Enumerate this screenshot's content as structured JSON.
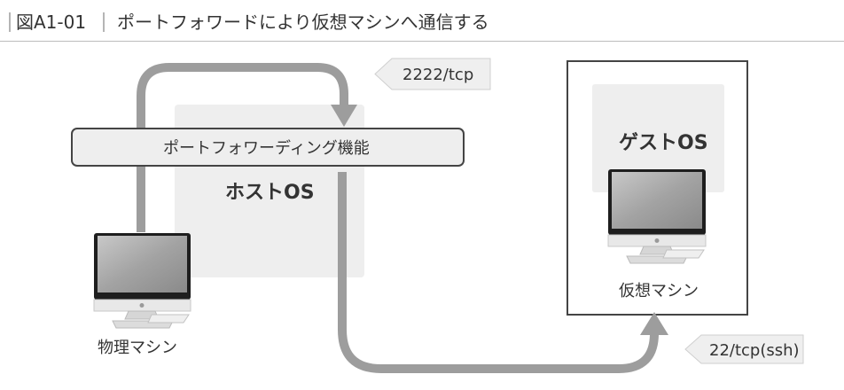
{
  "figure": {
    "number": "図A1-01",
    "title": "ポートフォワードにより仮想マシンへ通信する"
  },
  "diagram": {
    "host_os_label": "ホストOS",
    "port_forwarding_label": "ポートフォワーディング機能",
    "guest_os_label": "ゲストOS",
    "physical_machine_label": "物理マシン",
    "virtual_machine_label": "仮想マシン",
    "host_port_tag": "2222/tcp",
    "guest_port_tag": "22/tcp(ssh)"
  },
  "colors": {
    "arrow": "#9d9d9d",
    "panel": "#eeeeee",
    "tag_fill": "#efefef",
    "border": "#444444"
  }
}
